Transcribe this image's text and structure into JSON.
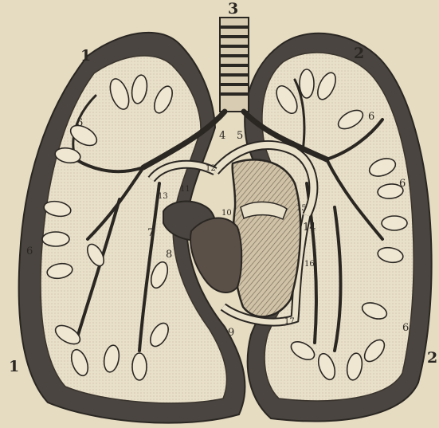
{
  "colors": {
    "paper": "#e6dcc2",
    "ink": "#2a2622",
    "lung_wall": "#4a4540",
    "heart_dark": "#5a5048",
    "heart_hatch": "#8a7d6c"
  },
  "labels": {
    "n1_left_top": "1",
    "n1_left_bottom": "1",
    "n2_right_top": "2",
    "n2_right_bottom": "2",
    "n3": "3",
    "n4": "4",
    "n5": "5",
    "n6_left_upper": "6",
    "n6_left_lower": "6",
    "n6_right_upper": "6",
    "n6_right_mid": "6",
    "n6_right_lower": "6",
    "n7": "7",
    "n8": "8",
    "n9": "9",
    "n10": "10",
    "n11": "11",
    "n12": "12",
    "n13": "13",
    "n14": "14",
    "n15": "15",
    "n16": "16",
    "n17": "17"
  }
}
